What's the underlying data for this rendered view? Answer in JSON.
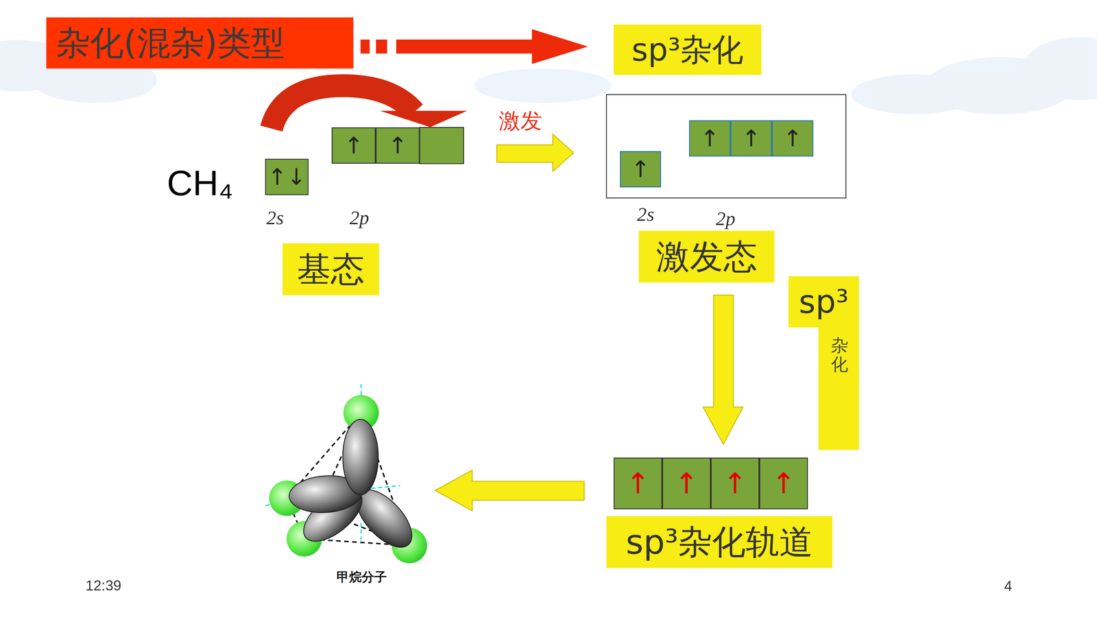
{
  "diagram": {
    "title": "杂化(混杂)类型",
    "nodes": [
      {
        "text": [
          "杂化(混杂)类型"
        ]
      },
      {
        "text": [
          "sp³杂化"
        ]
      },
      {
        "text": [
          "↑↓"
        ]
      },
      {
        "text": [
          "↑"
        ]
      },
      {
        "text": [
          "↑"
        ]
      },
      {
        "text": [
          "↑"
        ]
      },
      {
        "text": [
          "↑"
        ]
      },
      {
        "text": [
          "↑"
        ]
      },
      {
        "text": [
          "↑"
        ]
      },
      {
        "text": [
          "基态"
        ]
      },
      {
        "text": [
          "激发态"
        ]
      },
      {
        "text": [
          "sp³",
          "杂化"
        ]
      },
      {
        "text": [
          "↑"
        ]
      },
      {
        "text": [
          "↑"
        ]
      },
      {
        "text": [
          "↑"
        ]
      },
      {
        "text": [
          "↑"
        ]
      },
      {
        "text": [
          "sp³杂化轨道"
        ]
      }
    ],
    "edges": [
      {
        "from": 0,
        "to": 1,
        "arrow": "to"
      }
    ],
    "labels": [
      "CH₄",
      "激发",
      "2s",
      "2p",
      "2s",
      "2p",
      "甲烷分子",
      "12:39",
      "4"
    ]
  }
}
